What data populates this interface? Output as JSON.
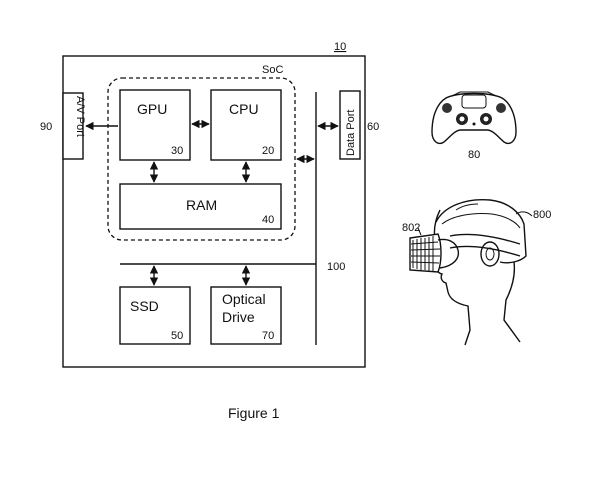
{
  "diagram": {
    "system_ref": "10",
    "soc_label": "SoC",
    "gpu": {
      "label": "GPU",
      "ref": "30"
    },
    "cpu": {
      "label": "CPU",
      "ref": "20"
    },
    "ram": {
      "label": "RAM",
      "ref": "40"
    },
    "ssd": {
      "label": "SSD",
      "ref": "50"
    },
    "optical": {
      "label_line1": "Optical",
      "label_line2": "Drive",
      "ref": "70"
    },
    "av_port": {
      "label": "A/V Port",
      "ref": "90"
    },
    "data_port": {
      "label": "Data Port",
      "ref": "60"
    },
    "bus_ref": "100",
    "controller_ref": "80",
    "hmd_ref": "800",
    "hmd_display_ref": "802",
    "caption": "Figure 1"
  },
  "colors": {
    "ink": "#111111",
    "background": "#ffffff"
  },
  "icons": [
    "game-controller-icon",
    "head-mounted-display-icon"
  ]
}
